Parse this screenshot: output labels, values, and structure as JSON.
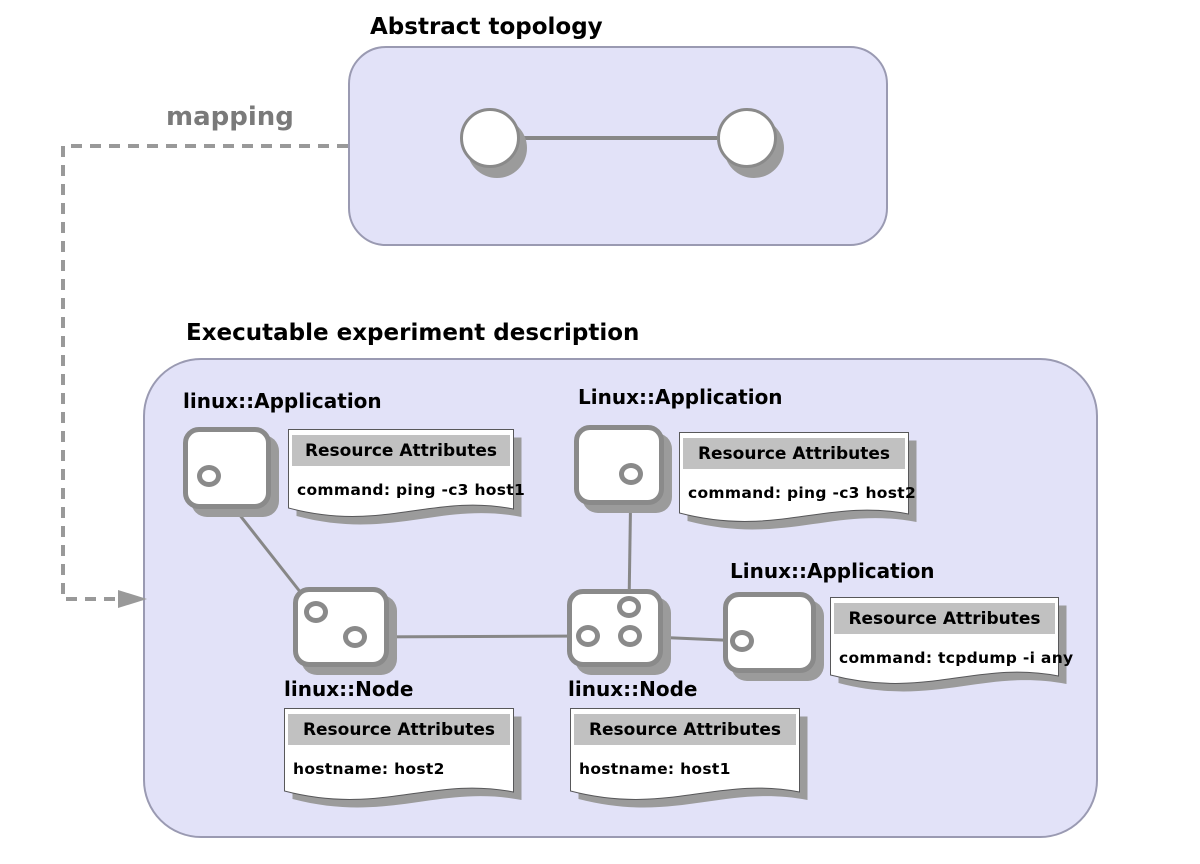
{
  "titles": {
    "abstract": "Abstract topology",
    "executable": "Executable experiment description",
    "mapping": "mapping"
  },
  "labels": {
    "app1": "linux::Application",
    "app2": "Linux::Application",
    "app3": "Linux::Application",
    "node1": "linux::Node",
    "node2": "linux::Node"
  },
  "notes": [
    {
      "header": "Resource Attributes",
      "value": "command: ping -c3 host1"
    },
    {
      "header": "Resource Attributes",
      "value": "command: ping -c3 host2"
    },
    {
      "header": "Resource Attributes",
      "value": "command: tcpdump -i any"
    },
    {
      "header": "Resource Attributes",
      "value": "hostname: host2"
    },
    {
      "header": "Resource Attributes",
      "value": "hostname: host1"
    }
  ],
  "colors": {
    "box_fill": "#e2e2f8",
    "box_border": "#9a9ab2",
    "shape_border": "#8a8a8a",
    "shadow": "#9b9b9b",
    "connector": "#878787",
    "note_header_band": "#c1c1c1",
    "mapping_gray": "#7a7a7a"
  }
}
